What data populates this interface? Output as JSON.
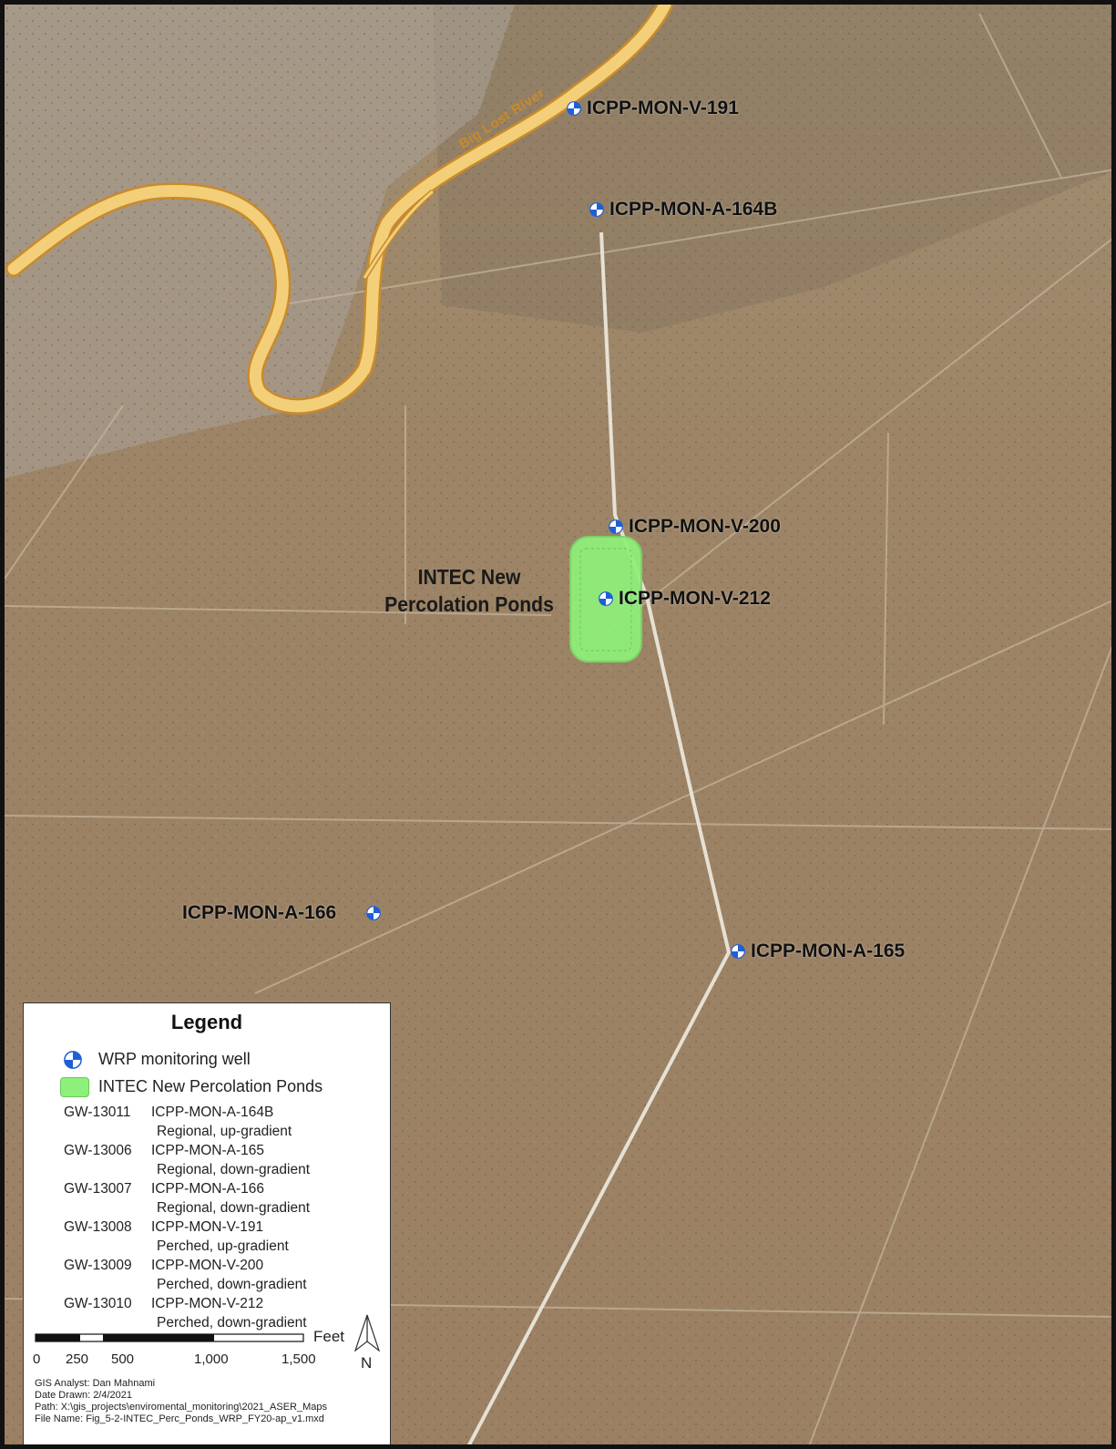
{
  "map": {
    "river_label": "Big Lost River",
    "pond_label_line1": "INTEC New",
    "pond_label_line2": "Percolation Ponds",
    "wells": [
      {
        "id": "v191",
        "label": "ICPP-MON-V-191"
      },
      {
        "id": "a164b",
        "label": "ICPP-MON-A-164B"
      },
      {
        "id": "v200",
        "label": "ICPP-MON-V-200"
      },
      {
        "id": "v212",
        "label": "ICPP-MON-V-212"
      },
      {
        "id": "a166",
        "label": "ICPP-MON-A-166"
      },
      {
        "id": "a165",
        "label": "ICPP-MON-A-165"
      }
    ],
    "colors": {
      "pond": "#8ef07a",
      "river": "#f3cf7a",
      "river_edge": "#c98a2a",
      "well_blue": "#1f5fd6"
    }
  },
  "legend": {
    "title": "Legend",
    "symbol_well_label": "WRP monitoring well",
    "symbol_pond_label": "INTEC New Percolation Ponds",
    "entries": [
      {
        "code": "GW-13011",
        "well": "ICPP-MON-A-164B",
        "desc": "Regional, up-gradient"
      },
      {
        "code": "GW-13006",
        "well": "ICPP-MON-A-165",
        "desc": "Regional, down-gradient"
      },
      {
        "code": "GW-13007",
        "well": "ICPP-MON-A-166",
        "desc": "Regional, down-gradient"
      },
      {
        "code": "GW-13008",
        "well": "ICPP-MON-V-191",
        "desc": "Perched, up-gradient"
      },
      {
        "code": "GW-13009",
        "well": "ICPP-MON-V-200",
        "desc": "Perched, down-gradient"
      },
      {
        "code": "GW-13010",
        "well": "ICPP-MON-V-212",
        "desc": "Perched, down-gradient"
      }
    ],
    "scale": {
      "unit": "Feet",
      "ticks": [
        "0",
        "250",
        "500",
        "1,000",
        "1,500"
      ]
    },
    "north": "N",
    "meta": {
      "analyst": "GIS Analyst: Dan Mahnami",
      "date": "Date Drawn: 2/4/2021",
      "path": "Path: X:\\gis_projects\\enviromental_monitoring\\2021_ASER_Maps",
      "file": "File Name: Fig_5-2-INTEC_Perc_Ponds_WRP_FY20-ap_v1.mxd"
    }
  }
}
